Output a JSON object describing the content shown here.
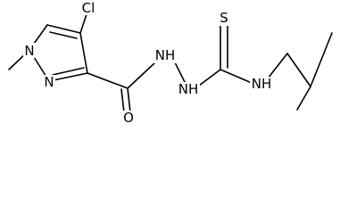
{
  "structure": {
    "atoms": {
      "chlorine": "Cl",
      "n1_ring": "N",
      "n2_ring": "N",
      "carbonyl_o": "O",
      "hydrazide_nh_a": "NH",
      "hydrazide_nh_b": "NH",
      "thione_s": "S",
      "amine_nh": "NH"
    }
  },
  "colors": {
    "bond": "#000000",
    "label": "#000000",
    "background": "#ffffff"
  }
}
